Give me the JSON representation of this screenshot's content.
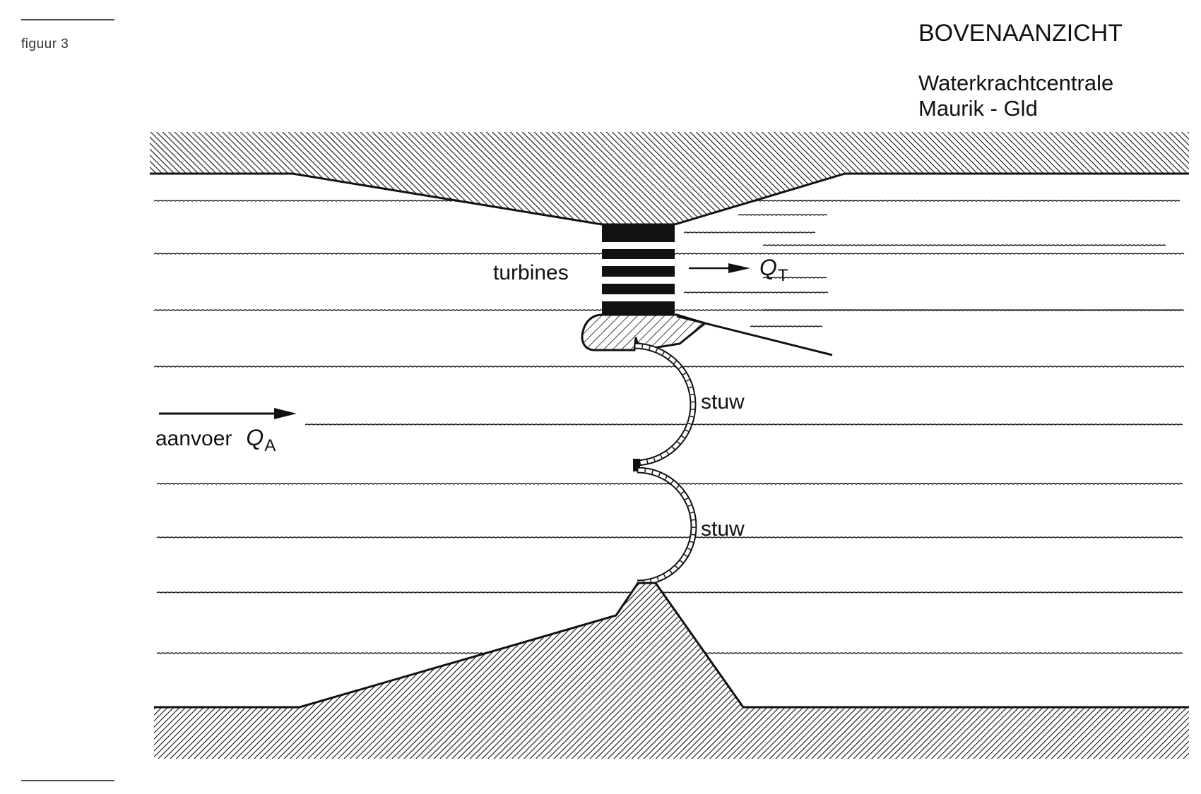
{
  "figure_label": "figuur 3",
  "title": "BOVENAANZICHT",
  "subtitle_line1": "Waterkrachtcentrale",
  "subtitle_line2": "Maurik - Gld",
  "labels": {
    "turbines": "turbines",
    "outflow_symbol": "Q",
    "outflow_subscript": "T",
    "weir_upper": "stuw",
    "weir_lower": "stuw",
    "supply": "aanvoer",
    "supply_symbol": "Q",
    "supply_subscript": "A"
  },
  "colors": {
    "ink": "#111111",
    "paper": "#ffffff"
  }
}
